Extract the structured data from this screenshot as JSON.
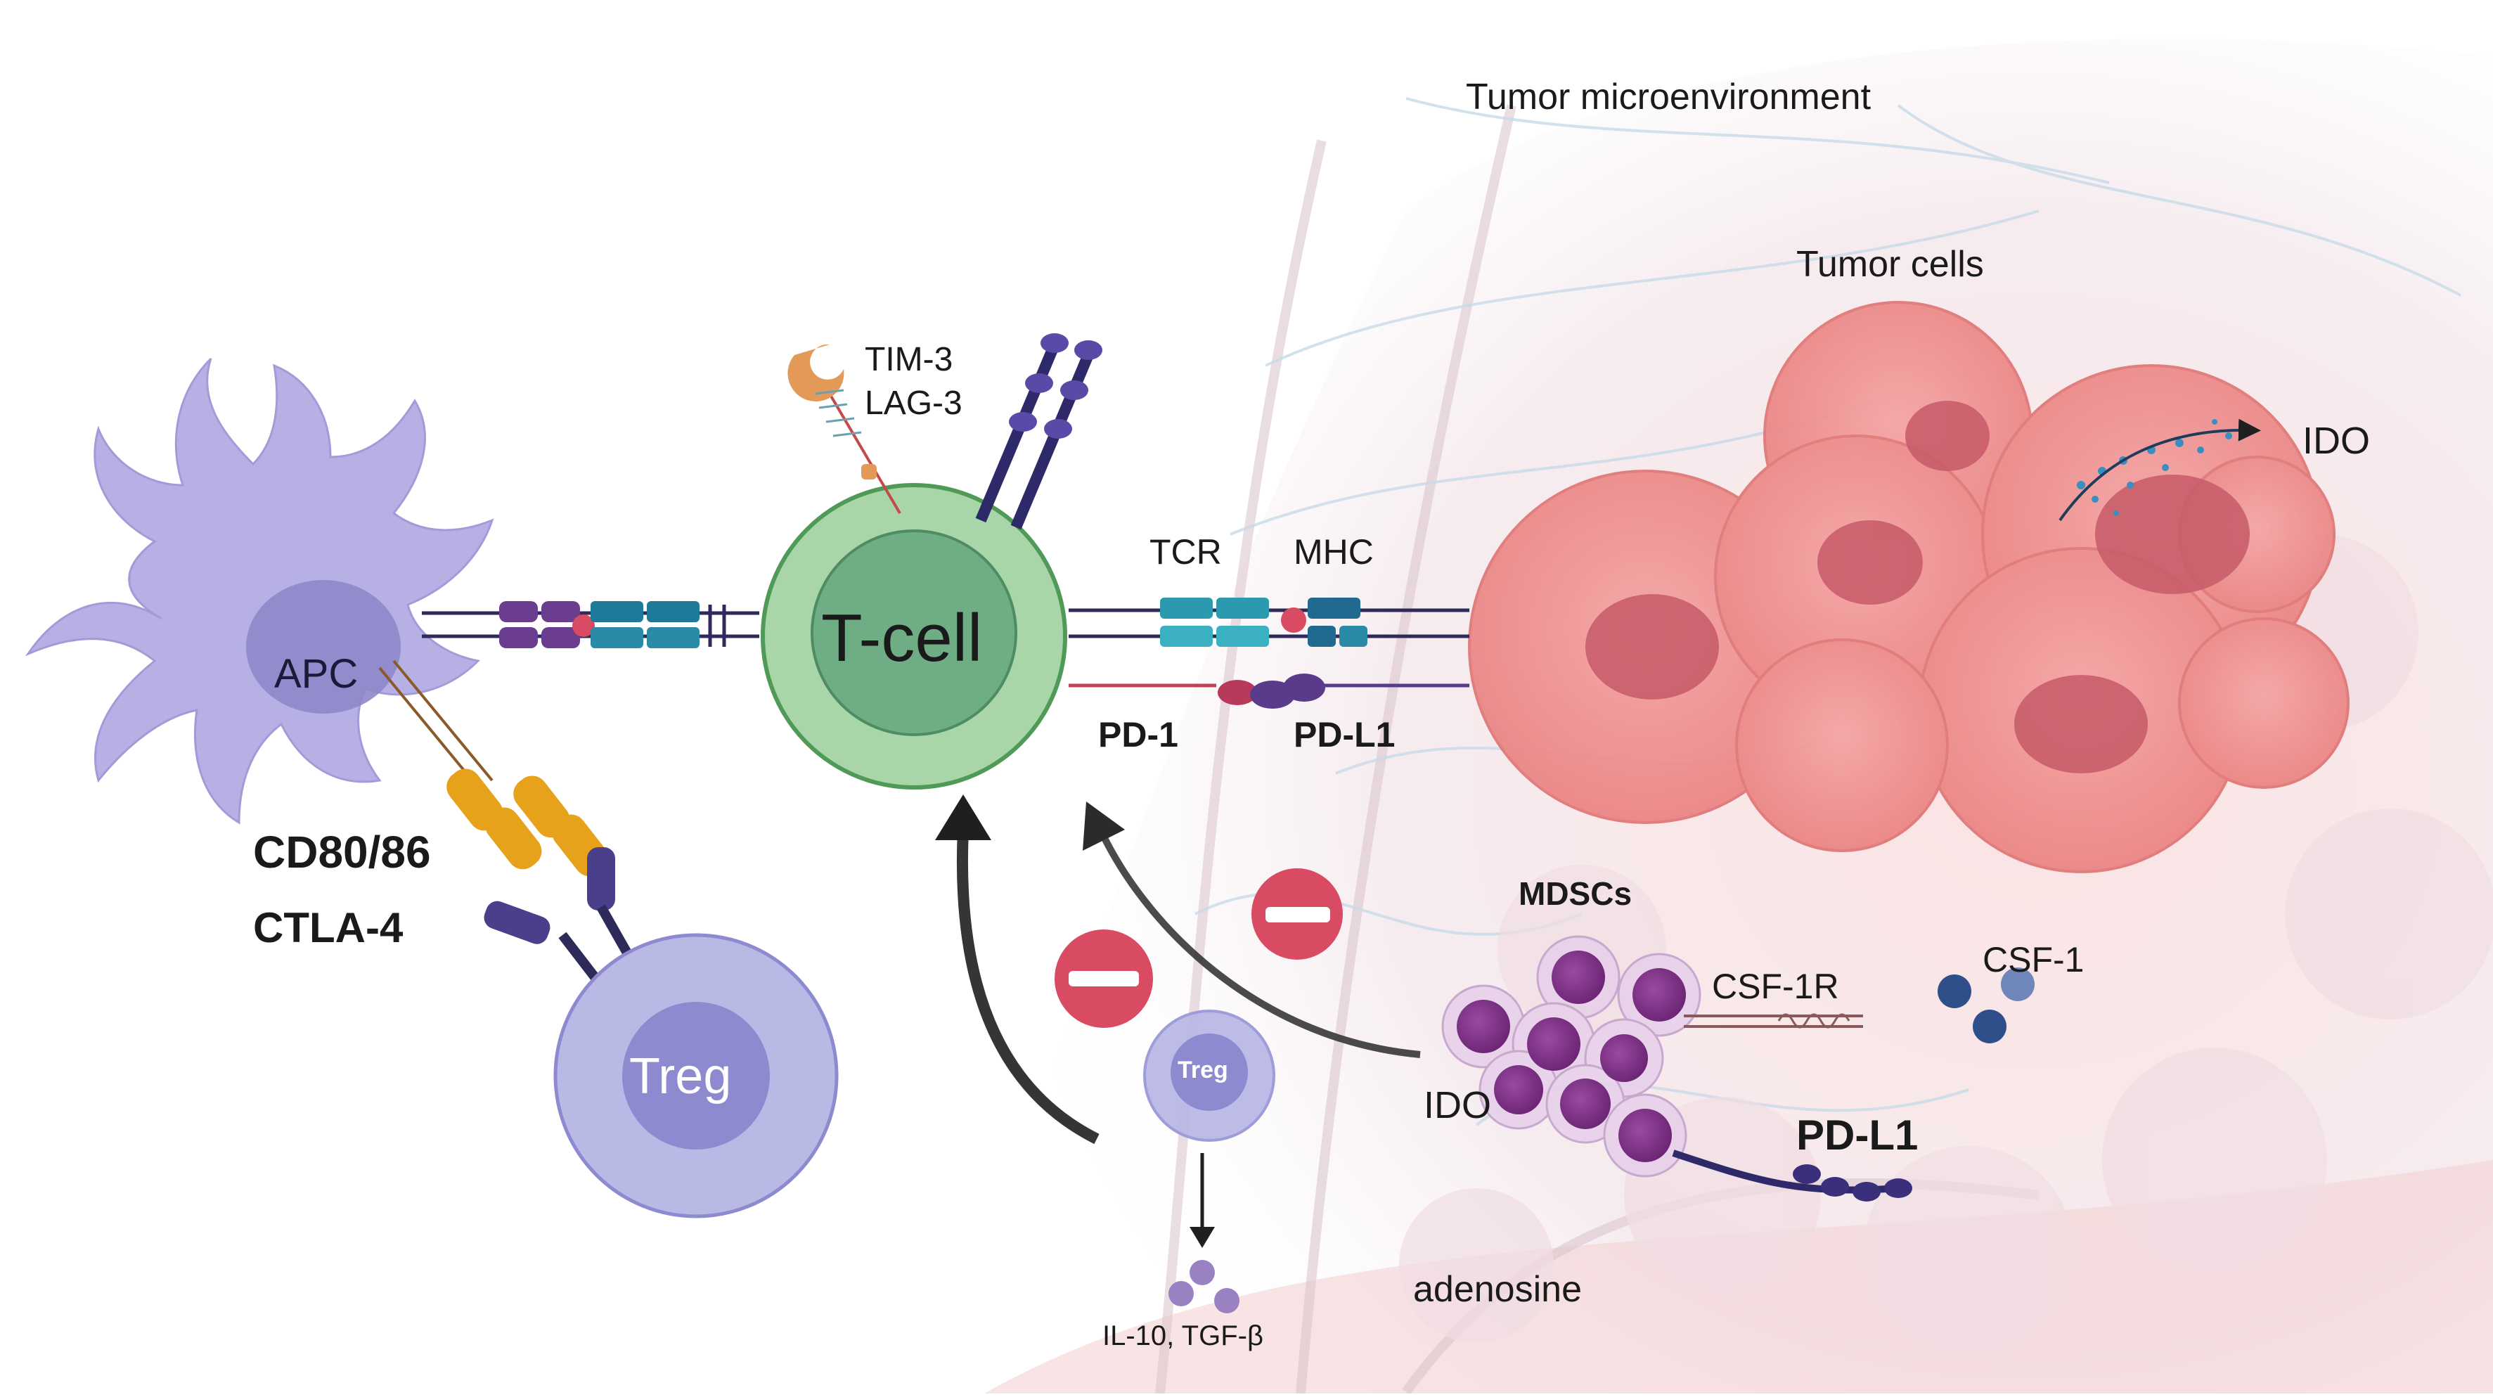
{
  "labels": {
    "tumor_microenvironment": "Tumor microenvironment",
    "tumor_cells": "Tumor cells",
    "ido_top": "IDO",
    "tim3": "TIM-3",
    "lag3": "LAG-3",
    "tcr": "TCR",
    "mhc": "MHC",
    "apc": "APC",
    "tcell": "T-cell",
    "pd1": "PD-1",
    "pdl1_top": "PD-L1",
    "cd80_86": "CD80/86",
    "ctla4": "CTLA-4",
    "treg_main": "Treg",
    "mdscs": "MDSCs",
    "csf1r": "CSF-1R",
    "csf1": "CSF-1",
    "ido_mdsc": "IDO",
    "pdl1_mdsc": "PD-L1",
    "treg_small": "Treg",
    "adenosine": "adenosine",
    "il10_tgfb": "IL-10, TGF-β"
  },
  "colors": {
    "apc": "#b3aee3",
    "apc_nucleus": "#8f88c9",
    "tcell": "#a9d6a9",
    "tcell_nucleus": "#6fae85",
    "treg": "#b9b9e6",
    "treg_nucleus": "#8d8ad0",
    "tumor": "#ef8f8f",
    "tumor_nucleus": "#c85d6a",
    "mdsc": "#8a3a8f",
    "receptor_teal": "#2b8aa6",
    "receptor_purple": "#5a3a8a",
    "cd80": "#e6a21a",
    "inhibit": "#d94a63",
    "arrow": "#2b2b2b"
  }
}
